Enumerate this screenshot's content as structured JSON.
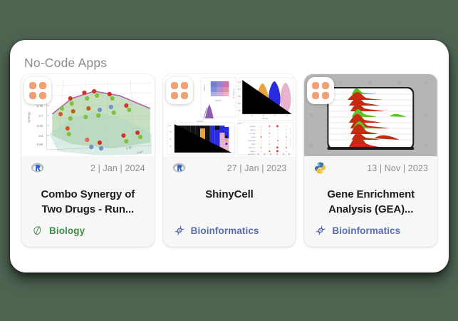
{
  "page": {
    "background_color": "#4e6451",
    "panel_background": "#ffffff",
    "title": "No-Code Apps"
  },
  "theme": {
    "badge_tile_color": "#f0a073",
    "biology_color": "#3f8b47",
    "bioinformatics_color": "#5a6cb0",
    "date_color": "#8e8e8e",
    "card_background": "#f7f7f7"
  },
  "cards": [
    {
      "app_badge_icon": "grid-four-squares-icon",
      "thumbnail_icon": "3d-surface-scatter-plot-thumbnail",
      "language_icon": "r-language-icon",
      "date": "2 | Jan | 2024",
      "title": "Combo Synergy of Two Drugs - Run...",
      "tag_icon": "leaf-icon",
      "tag": "Biology"
    },
    {
      "app_badge_icon": "grid-four-squares-icon",
      "thumbnail_icon": "shinycell-dashboard-thumbnail",
      "language_icon": "r-language-icon",
      "date": "27 | Jan | 2023",
      "title": "ShinyCell",
      "tag_icon": "dna-helix-icon",
      "tag": "Bioinformatics"
    },
    {
      "app_badge_icon": "grid-four-squares-icon",
      "thumbnail_icon": "ridgeline-enrichment-plot-thumbnail",
      "language_icon": "python-language-icon",
      "date": "13 | Nov | 2023",
      "title": "Gene Enrichment Analysis (GEA)...",
      "tag_icon": "dna-helix-icon",
      "tag": "Bioinformatics"
    }
  ]
}
